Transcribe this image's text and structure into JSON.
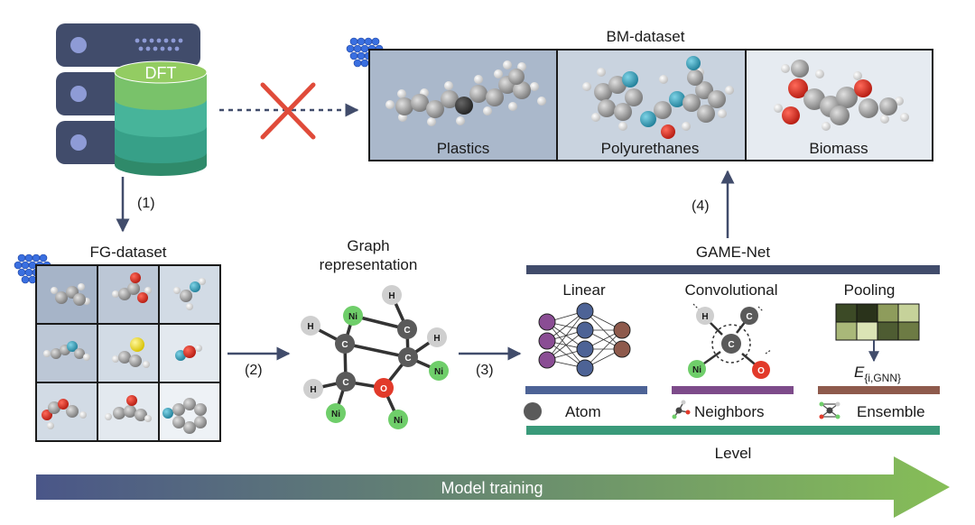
{
  "dft_label": "DFT",
  "bm_dataset": {
    "title": "BM-dataset",
    "panels": [
      "Plastics",
      "Polyurethanes",
      "Biomass"
    ]
  },
  "fg_dataset": {
    "title": "FG-dataset"
  },
  "steps": {
    "s1": "(1)",
    "s2": "(2)",
    "s3": "(3)",
    "s4": "(4)"
  },
  "graph": {
    "title_line1": "Graph",
    "title_line2": "representation",
    "nodes": {
      "c": "C",
      "h": "H",
      "ni": "Ni",
      "o": "O"
    }
  },
  "gamenet": {
    "title": "GAME-Net",
    "linear": "Linear",
    "convolutional": "Convolutional",
    "pooling": "Pooling",
    "energy_symbol": "E",
    "energy_subscript": "{i,GNN}",
    "levels": {
      "atom": "Atom",
      "neighbors": "Neighbors",
      "ensemble": "Ensemble"
    },
    "level_title": "Level"
  },
  "bottom_arrow": "Model training",
  "colors": {
    "navy": "#414c6b",
    "arrow_start": "#4a5688",
    "arrow_end": "#86be57",
    "atom_c": "#5a5a5a",
    "atom_h": "#cfcfcf",
    "atom_ni": "#6fce6a",
    "atom_o": "#e23a2a",
    "pool_dark": "#2e3a1c",
    "pool_light": "#cfdca2"
  }
}
